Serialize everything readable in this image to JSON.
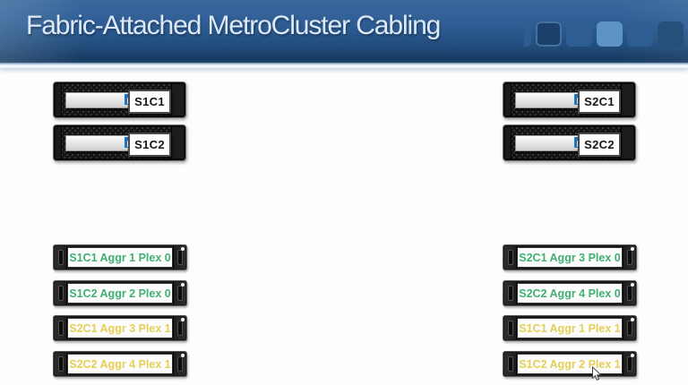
{
  "header": {
    "title": "Fabric-Attached MetroCluster Cabling",
    "decor_squares": [
      {
        "name": "square-partial-left",
        "color": "#2e5e91"
      },
      {
        "name": "square-outlined-dark",
        "color": "#1b406b"
      },
      {
        "name": "square-medium",
        "color": "#2e5e91"
      },
      {
        "name": "square-light",
        "color": "#5d93c5"
      },
      {
        "name": "square-medium-2",
        "color": "#2e5e91"
      },
      {
        "name": "square-dark",
        "color": "#26507b"
      },
      {
        "name": "square-partial-right",
        "color": "#40719f"
      }
    ]
  },
  "colors": {
    "plex0_green": "#3fb173",
    "plex1_yellow": "#e5cf55",
    "netapp_blue": "#1f76c2"
  },
  "sites": {
    "site1": {
      "controllers": [
        {
          "label": "S1C1"
        },
        {
          "label": "S1C2"
        }
      ],
      "shelves": [
        {
          "label": "S1C1 Aggr 1 Plex 0",
          "color": "#3fb173"
        },
        {
          "label": "S1C2 Aggr 2 Plex 0",
          "color": "#3fb173"
        },
        {
          "label": "S2C1 Aggr 3 Plex 1",
          "color": "#e5cf55"
        },
        {
          "label": "S2C2 Aggr 4 Plex 1",
          "color": "#e5cf55"
        }
      ]
    },
    "site2": {
      "controllers": [
        {
          "label": "S2C1"
        },
        {
          "label": "S2C2"
        }
      ],
      "shelves": [
        {
          "label": "S2C1 Aggr 3 Plex 0",
          "color": "#3fb173"
        },
        {
          "label": "S2C2 Aggr 4 Plex 0",
          "color": "#3fb173"
        },
        {
          "label": "S1C1 Aggr 1 Plex 1",
          "color": "#e5cf55"
        },
        {
          "label": "S1C2 Aggr 2 Plex 1",
          "color": "#e5cf55"
        }
      ]
    }
  }
}
